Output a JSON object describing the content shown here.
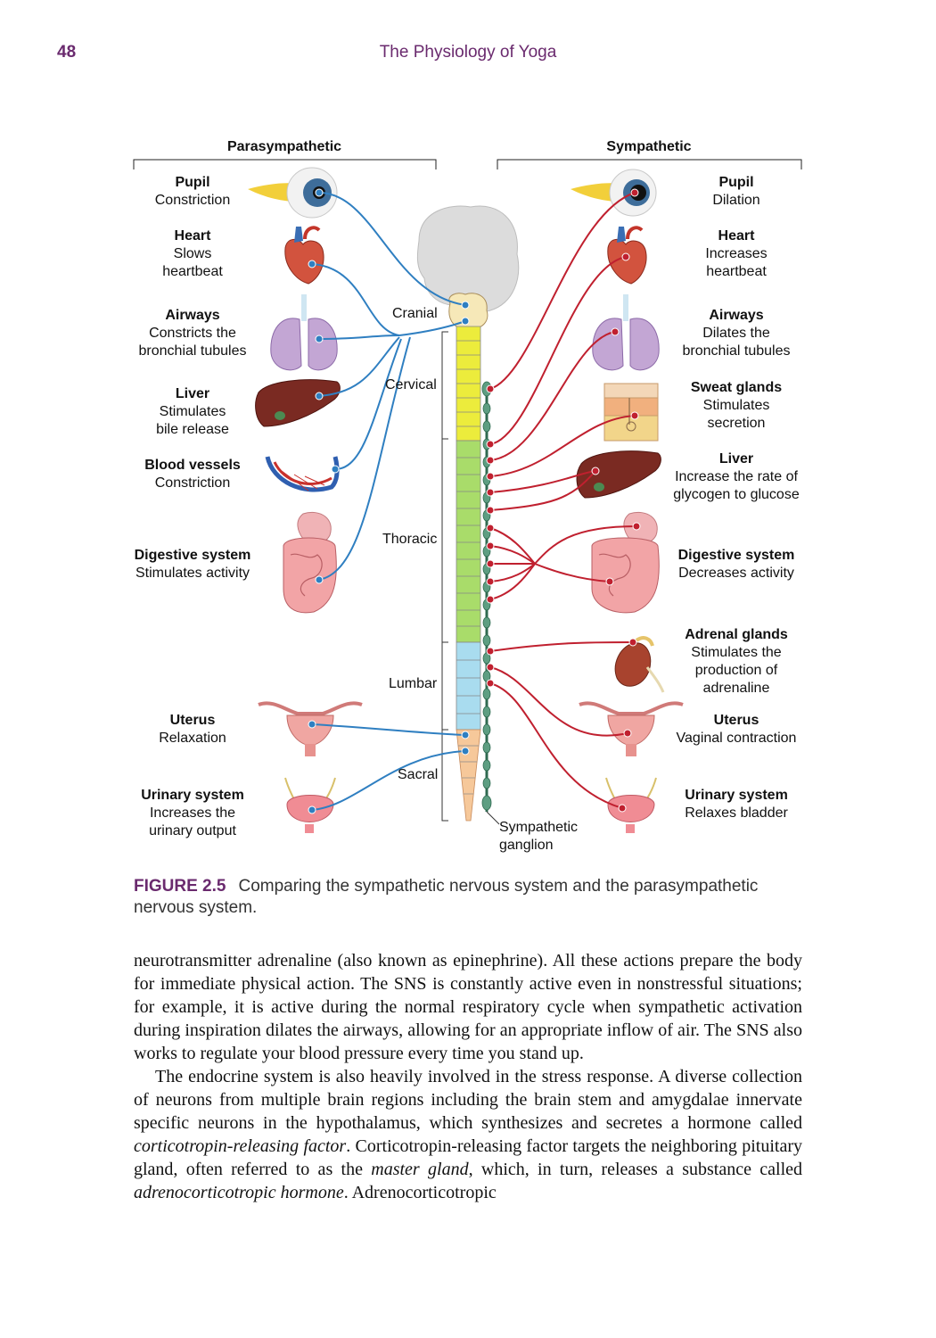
{
  "header": {
    "page_number": "48",
    "running_title": "The Physiology of Yoga"
  },
  "diagram": {
    "parasympathetic_title": "Parasympathetic",
    "sympathetic_title": "Sympathetic",
    "segments": {
      "cranial": "Cranial",
      "cervical": "Cervical",
      "thoracic": "Thoracic",
      "lumbar": "Lumbar",
      "sacral": "Sacral"
    },
    "ganglion_label": [
      "Sympathetic",
      "ganglion"
    ],
    "left": [
      {
        "title": "Pupil",
        "desc": [
          "Constriction"
        ]
      },
      {
        "title": "Heart",
        "desc": [
          "Slows",
          "heartbeat"
        ]
      },
      {
        "title": "Airways",
        "desc": [
          "Constricts the",
          "bronchial tubules"
        ]
      },
      {
        "title": "Liver",
        "desc": [
          "Stimulates",
          "bile release"
        ]
      },
      {
        "title": "Blood vessels",
        "desc": [
          "Constriction"
        ]
      },
      {
        "title": "Digestive system",
        "desc": [
          "Stimulates activity"
        ]
      },
      {
        "title": "Uterus",
        "desc": [
          "Relaxation"
        ]
      },
      {
        "title": "Urinary system",
        "desc": [
          "Increases the",
          "urinary output"
        ]
      }
    ],
    "right": [
      {
        "title": "Pupil",
        "desc": [
          "Dilation"
        ]
      },
      {
        "title": "Heart",
        "desc": [
          "Increases",
          "heartbeat"
        ]
      },
      {
        "title": "Airways",
        "desc": [
          "Dilates the",
          "bronchial tubules"
        ]
      },
      {
        "title": "Sweat glands",
        "desc": [
          "Stimulates",
          "secretion"
        ]
      },
      {
        "title": "Liver",
        "desc": [
          "Increase the rate of",
          "glycogen to glucose"
        ]
      },
      {
        "title": "Digestive system",
        "desc": [
          "Decreases activity"
        ]
      },
      {
        "title": "Adrenal glands",
        "desc": [
          "Stimulates the",
          "production of",
          "adrenaline"
        ]
      },
      {
        "title": "Uterus",
        "desc": [
          "Vaginal contraction"
        ]
      },
      {
        "title": "Urinary system",
        "desc": [
          "Relaxes bladder"
        ]
      }
    ],
    "colors": {
      "parasympathetic": "#2f7fc1",
      "sympathetic": "#c0202f",
      "cervical": "#ecec3c",
      "thoracic": "#a9dc6a",
      "lumbar": "#a9dcef",
      "sacral": "#f6c89a",
      "ganglion": "#5e9e82",
      "brain": "#dcdcdc"
    }
  },
  "caption": {
    "label": "FIGURE 2.5",
    "text": "Comparing the sympathetic nervous system and the parasympathetic nervous system."
  },
  "body": {
    "p1": "neurotransmitter adrenaline (also known as epinephrine). All these actions prepare the body for immediate physical action. The SNS is constantly active even in nonstressful situations; for example, it is active during the normal respiratory cycle when sympathetic activation during inspiration dilates the airways, allowing for an appropriate inflow of air. The SNS also works to regulate your blood pressure every time you stand up.",
    "p2a": "The endocrine system is also heavily involved in the stress response. A diverse collection of neurons from multiple brain regions including the brain stem and amygdalae innervate specific neurons in the hypothalamus, which synthesizes and secretes a hormone called ",
    "p2b": "corticotropin-releasing factor",
    "p2c": ". Corticotropin-releasing factor targets the neighboring pituitary gland, often referred to as the ",
    "p2d": "master gland",
    "p2e": ", which, in turn, releases a substance called ",
    "p2f": "adrenocorticotropic hormone",
    "p2g": ". Adrenocorticotropic"
  }
}
